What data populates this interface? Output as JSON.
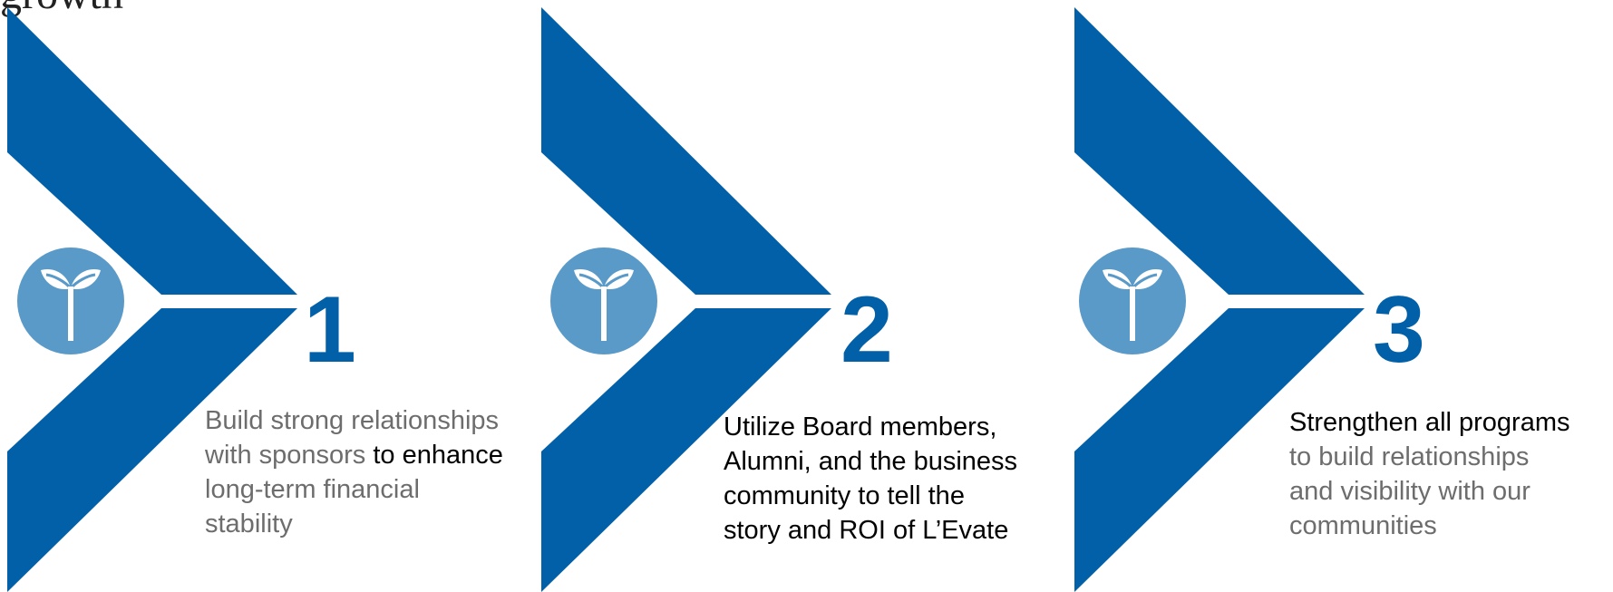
{
  "heading": "growth",
  "colors": {
    "chevron": "#0260a8",
    "badge": "#5a9ac8",
    "number": "#0260a8",
    "text_muted": "#6d6d6d",
    "text_dark": "#000000"
  },
  "steps": [
    {
      "number": "1",
      "icon": "sprout-icon",
      "lines": [
        [
          {
            "text": "Build strong relationships",
            "tone": "muted"
          }
        ],
        [
          {
            "text": "with sponsors ",
            "tone": "muted"
          },
          {
            "text": "to enhance",
            "tone": "dark"
          }
        ],
        [
          {
            "text": "long-term financial",
            "tone": "muted"
          }
        ],
        [
          {
            "text": "stability",
            "tone": "muted"
          }
        ]
      ]
    },
    {
      "number": "2",
      "icon": "sprout-icon",
      "lines": [
        [
          {
            "text": "Utilize Board members,",
            "tone": "dark"
          }
        ],
        [
          {
            "text": "Alumni, and the business",
            "tone": "dark"
          }
        ],
        [
          {
            "text": "community to tell the",
            "tone": "dark"
          }
        ],
        [
          {
            "text": "story and ROI of  L’Evate",
            "tone": "dark"
          }
        ]
      ]
    },
    {
      "number": "3",
      "icon": "sprout-icon",
      "lines": [
        [
          {
            "text": "Strengthen all programs",
            "tone": "dark"
          }
        ],
        [
          {
            "text": "to build relationships",
            "tone": "muted"
          }
        ],
        [
          {
            "text": "and visibility with our",
            "tone": "muted"
          }
        ],
        [
          {
            "text": "communities",
            "tone": "muted"
          }
        ]
      ]
    }
  ]
}
